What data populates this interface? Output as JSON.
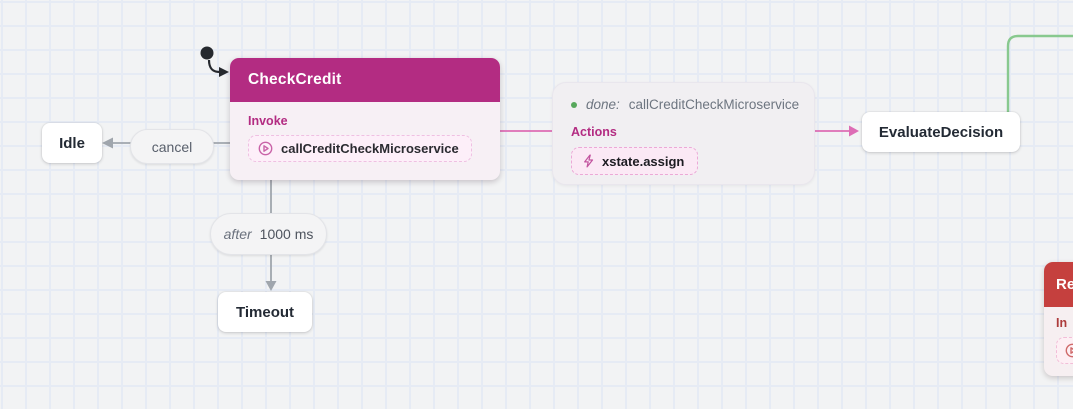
{
  "colors": {
    "accent-magenta": "#b32c82",
    "accent-red": "#c5403e",
    "red-label": "#ad3c3c",
    "body-pink": "#f7f0f5",
    "body-red": "#f6eff1",
    "edge-pink": "#dd6db5",
    "edge-gray": "#a0a6ad",
    "edge-green": "#88c98e",
    "dot-green": "#57a85c",
    "marker-dark": "#26292e"
  },
  "nodes": {
    "idle": {
      "title": "Idle"
    },
    "checkCredit": {
      "title": "CheckCredit",
      "invoke_label": "Invoke",
      "actor": "callCreditCheckMicroservice"
    },
    "evaluateDecision": {
      "title": "EvaluateDecision"
    },
    "timeout": {
      "title": "Timeout"
    },
    "rejectedPartial": {
      "title": "Re",
      "invoke_label": "In"
    }
  },
  "transitions": {
    "cancel": {
      "label": "cancel"
    },
    "after": {
      "keyword": "after",
      "delay": "1000 ms"
    },
    "done": {
      "keyword": "done:",
      "service": "callCreditCheckMicroservice",
      "actions_label": "Actions",
      "action_name": "xstate.assign"
    }
  },
  "icons": {
    "initial_state_marker": "filled dot with curved arrow",
    "play_icon": "circled play triangle",
    "lightning_icon": "lightning bolt"
  }
}
